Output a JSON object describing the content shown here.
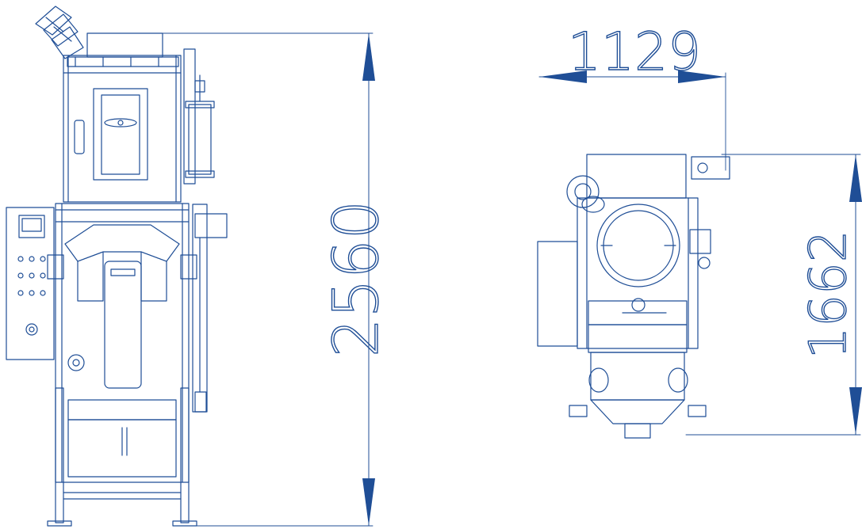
{
  "colors": {
    "line": "#1f4e96",
    "background": "#ffffff"
  },
  "dimensions": {
    "front_height": "2560",
    "top_width": "1129",
    "top_depth": "1662"
  }
}
